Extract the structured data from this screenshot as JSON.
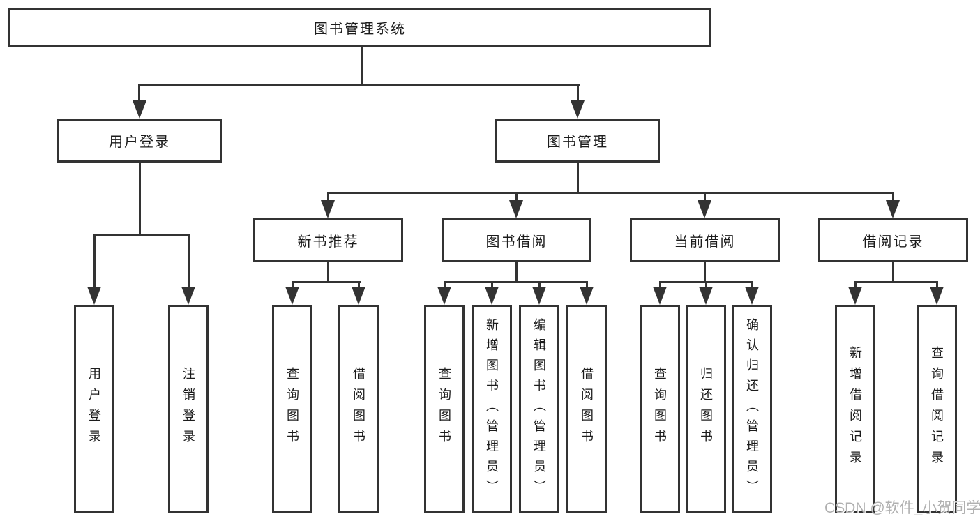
{
  "diagram_title": "图书管理系统",
  "tree": {
    "root": {
      "label": "图书管理系统",
      "children": [
        {
          "label": "用户登录",
          "children": [
            {
              "label": "用户登录"
            },
            {
              "label": "注销登录"
            }
          ]
        },
        {
          "label": "图书管理",
          "children": [
            {
              "label": "新书推荐",
              "children": [
                {
                  "label": "查询图书"
                },
                {
                  "label": "借阅图书"
                }
              ]
            },
            {
              "label": "图书借阅",
              "children": [
                {
                  "label": "查询图书"
                },
                {
                  "label": "新增图书（管理员）"
                },
                {
                  "label": "编辑图书（管理员）"
                },
                {
                  "label": "借阅图书"
                }
              ]
            },
            {
              "label": "当前借阅",
              "children": [
                {
                  "label": "查询图书"
                },
                {
                  "label": "归还图书"
                },
                {
                  "label": "确认归还（管理员）"
                }
              ]
            },
            {
              "label": "借阅记录",
              "children": [
                {
                  "label": "新增借阅记录"
                },
                {
                  "label": "查询借阅记录"
                }
              ]
            }
          ]
        }
      ]
    }
  },
  "watermark": {
    "text": "CSDN @软件_小贺同学"
  },
  "colors": {
    "line": "#333333",
    "text": "#1c1c1c",
    "watermark": "#b0b0b0",
    "background": "#ffffff"
  }
}
